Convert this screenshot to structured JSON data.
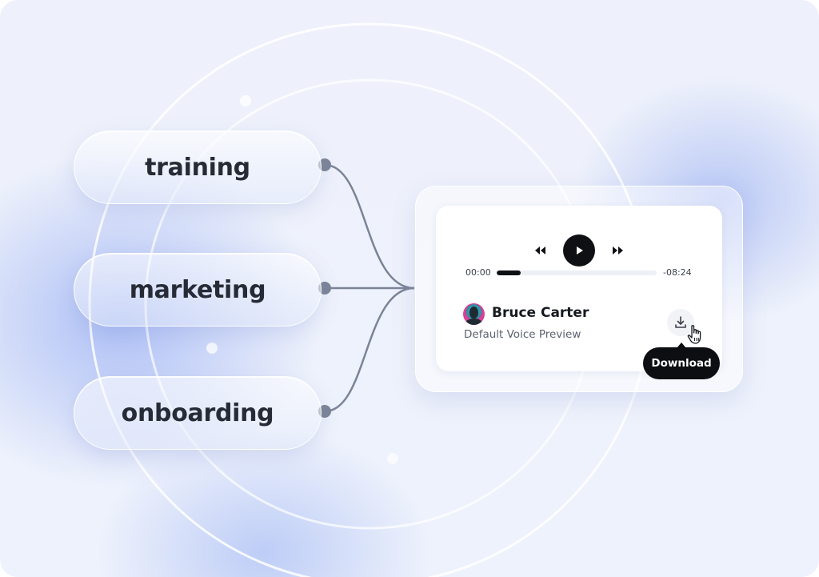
{
  "categories": {
    "items": [
      {
        "label": "training"
      },
      {
        "label": "marketing"
      },
      {
        "label": "onboarding"
      }
    ]
  },
  "player": {
    "elapsed": "00:00",
    "remaining": "-08:24",
    "progress_fraction": 0.15,
    "rewind_icon": "rewind-icon",
    "play_icon": "play-icon",
    "forward_icon": "fast-forward-icon"
  },
  "voice": {
    "name": "Bruce Carter",
    "description": "Default Voice Preview"
  },
  "download": {
    "icon": "download-icon",
    "tooltip": "Download"
  },
  "colors": {
    "connector": "#7b8497",
    "dark": "#0f1014",
    "accent_glow": "#7896f0"
  }
}
